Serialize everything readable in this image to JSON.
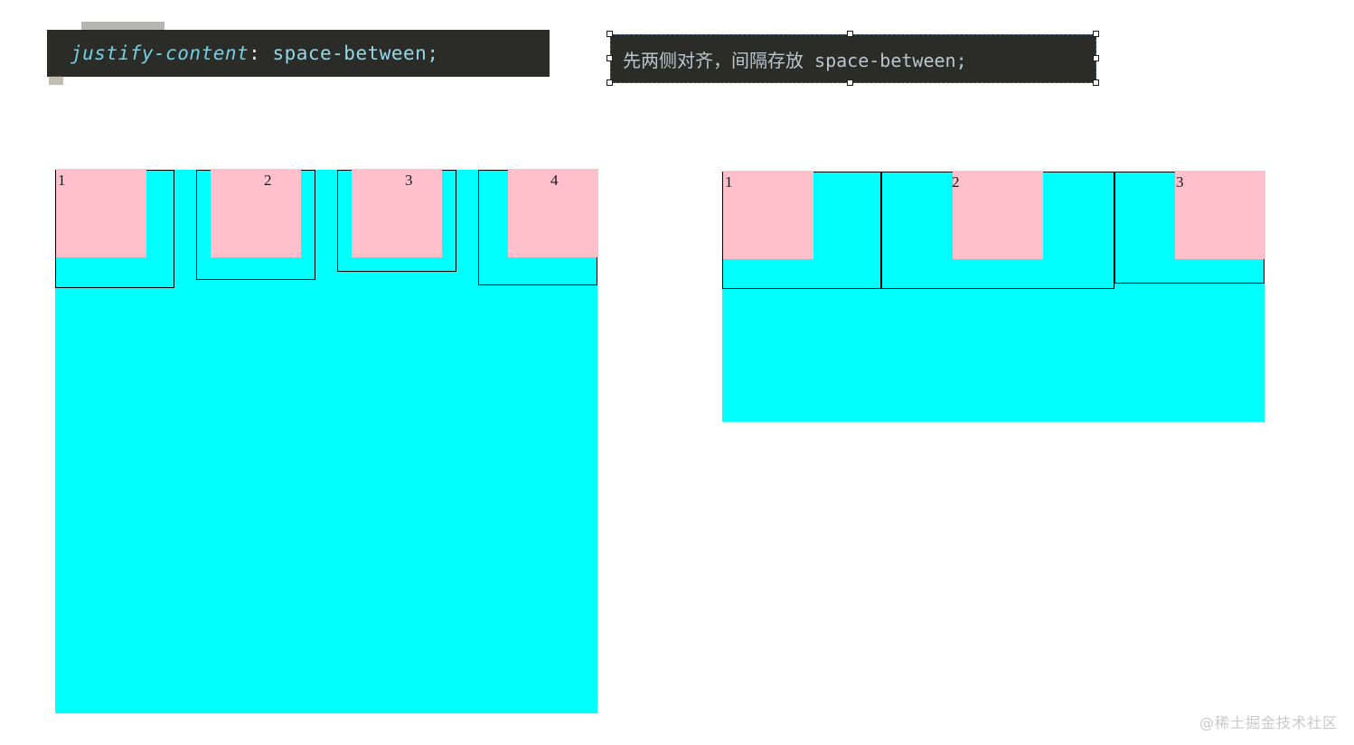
{
  "page": {
    "background_color": "#ffffff",
    "watermark": "@稀土掘金技术社区"
  },
  "code_snippet": {
    "property": "justify-content",
    "separator": ": ",
    "value": "space-between;",
    "full_text": "justify-content: space-between;",
    "background_color": "#2b2b28",
    "property_color": "#6fd2e8",
    "value_color": "#8fd9ea"
  },
  "annotation": {
    "text": "先两侧对齐，间隔存放 space-between;",
    "background_color": "#2b2b28",
    "text_color": "#b9c6cf",
    "selected": true,
    "selection_border_color": "#3b5f86"
  },
  "demo_left": {
    "name": "flex-container-left",
    "justify_content": "space-between",
    "container_color": "#00ffff",
    "item_border_color": "#000000",
    "item_fill_color": "#ffc0cb",
    "item_count": 4,
    "items": [
      {
        "label": "1",
        "square_align": "left"
      },
      {
        "label": "2",
        "square_align": "center"
      },
      {
        "label": "3",
        "square_align": "center"
      },
      {
        "label": "4",
        "square_align": "right"
      }
    ]
  },
  "demo_right": {
    "name": "flex-container-right",
    "justify_content": "space-between",
    "container_color": "#00ffff",
    "item_border_color": "#000000",
    "item_fill_color": "#ffc0cb",
    "item_count": 3,
    "items": [
      {
        "label": "1",
        "square_align": "left"
      },
      {
        "label": "2",
        "square_align": "center"
      },
      {
        "label": "3",
        "square_align": "right"
      }
    ]
  }
}
